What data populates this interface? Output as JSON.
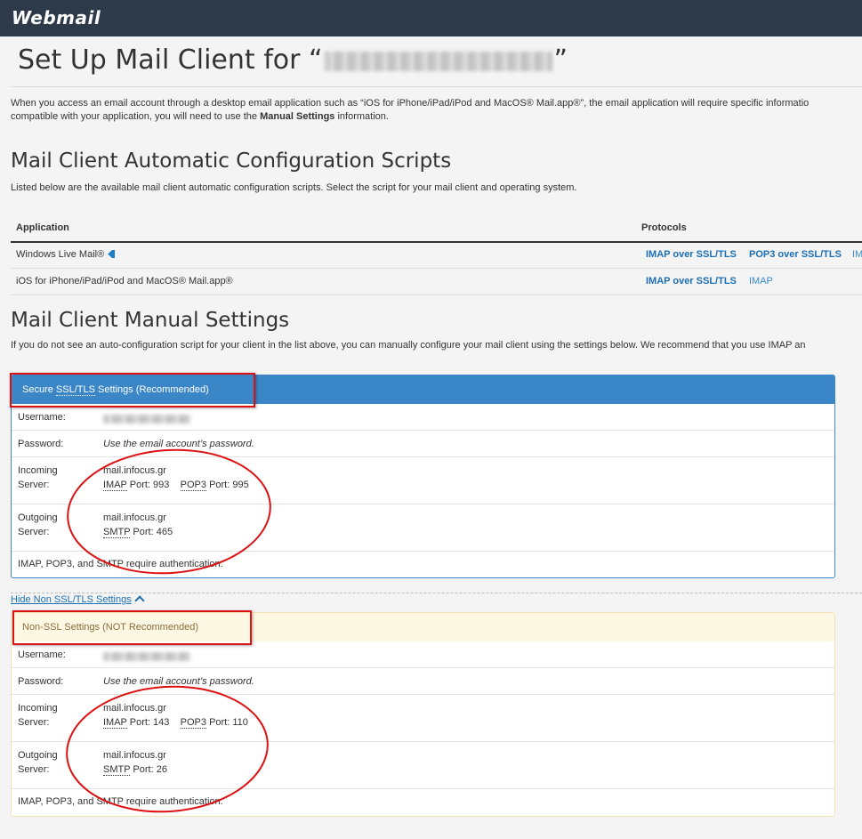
{
  "header": {
    "logo": "Webmail"
  },
  "page": {
    "title_prefix": "Set Up Mail Client for “",
    "title_suffix": "”",
    "intro_line1": "When you access an email account through a desktop email application such as “iOS for iPhone/iPad/iPod and MacOS® Mail.app®”, the email application will require specific informatio",
    "intro_line2_pre": "compatible with your application, you will need to use the ",
    "intro_line2_bold": "Manual Settings",
    "intro_line2_post": " information."
  },
  "auto_config": {
    "heading": "Mail Client Automatic Configuration Scripts",
    "description": "Listed below are the available mail client automatic configuration scripts. Select the script for your mail client and operating system.",
    "columns": [
      "Application",
      "Protocols"
    ],
    "rows": [
      {
        "app": "Windows Live Mail®",
        "protocols": [
          "IMAP over SSL/TLS",
          "POP3 over SSL/TLS",
          "IM"
        ]
      },
      {
        "app": "iOS for iPhone/iPad/iPod and MacOS® Mail.app®",
        "protocols": [
          "IMAP over SSL/TLS",
          "IMAP"
        ]
      }
    ]
  },
  "manual": {
    "heading": "Mail Client Manual Settings",
    "description_pre": "If you do not see an auto-configuration script for your client in the list above, you can manually configure your mail client using the settings below. We recommend that you use ",
    "description_abbr": "IMAP",
    "description_post": " an",
    "secure": {
      "title_pre": "Secure ",
      "title_abbr": "SSL/TLS",
      "title_post": " Settings (Recommended)",
      "username_label": "Username:",
      "password_label": "Password:",
      "password_value": "Use the email account’s password.",
      "incoming_label": "Incoming Server:",
      "incoming_host": "mail.infocus.gr",
      "imap_abbr": "IMAP",
      "imap_port": "Port: 993",
      "pop3_abbr": "POP3",
      "pop3_port": "Port: 995",
      "outgoing_label": "Outgoing Server:",
      "outgoing_host": "mail.infocus.gr",
      "smtp_abbr": "SMTP",
      "smtp_port": "Port: 465",
      "auth_note": "IMAP, POP3, and SMTP require authentication."
    },
    "toggle_label": "Hide Non SSL/TLS Settings",
    "nonssl": {
      "title": "Non-SSL Settings (NOT Recommended)",
      "username_label": "Username:",
      "password_label": "Password:",
      "password_value": "Use the email account’s password.",
      "incoming_label": "Incoming Server:",
      "incoming_host": "mail.infocus.gr",
      "imap_abbr": "IMAP",
      "imap_port": "Port: 143",
      "pop3_abbr": "POP3",
      "pop3_port": "Port: 110",
      "outgoing_label": "Outgoing Server:",
      "outgoing_host": "mail.infocus.gr",
      "smtp_abbr": "SMTP",
      "smtp_port": "Port: 26",
      "auth_note": "IMAP, POP3, and SMTP require authentication."
    }
  },
  "colors": {
    "topbar": "#2d3a4a",
    "accent": "#3b86c6",
    "link": "#1c6fb4",
    "annotation": "#dd1111",
    "warning_bg": "#fcf8e3"
  }
}
